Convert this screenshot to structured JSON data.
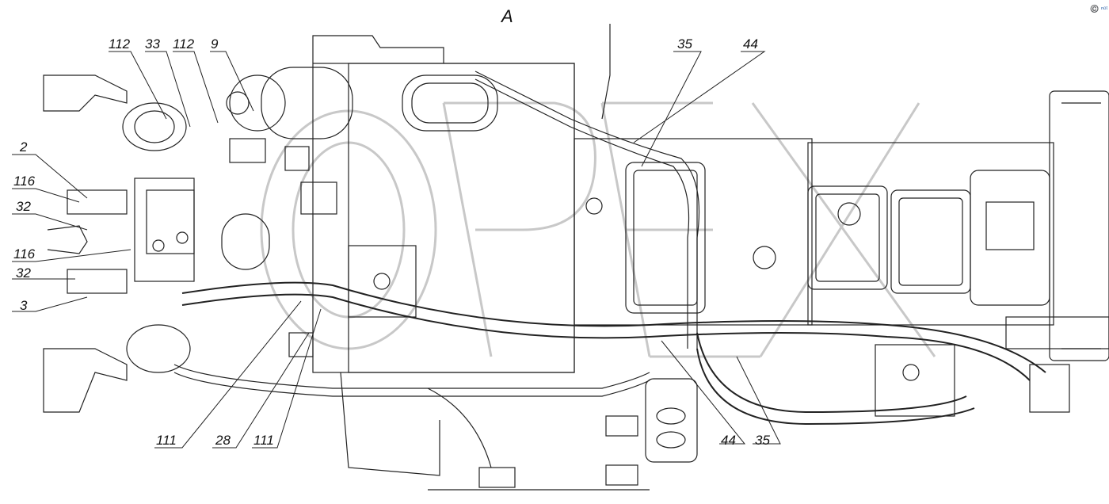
{
  "view_label": "A",
  "watermark_small": "©️ ⁿᵒᵗ",
  "callouts": {
    "c112a": "112",
    "c33": "33",
    "c112b": "112",
    "c9": "9",
    "c35top": "35",
    "c44top": "44",
    "c2": "2",
    "c116a": "116",
    "c32a": "32",
    "c116b": "116",
    "c32b": "32",
    "c3": "3",
    "c111a": "111",
    "c28": "28",
    "c111b": "111",
    "c44bot": "44",
    "c35bot": "35"
  }
}
